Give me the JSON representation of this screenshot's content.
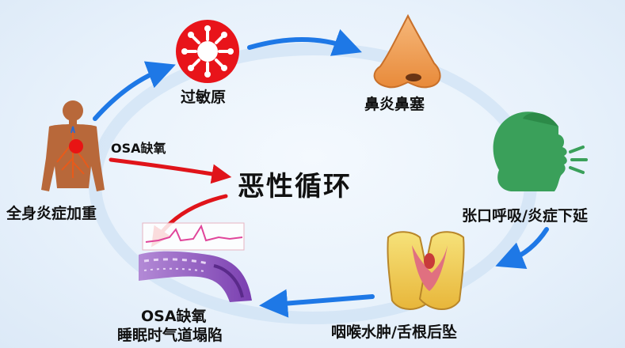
{
  "center": {
    "title": "恶性循环"
  },
  "nodes": {
    "allergy": {
      "label": "过敏原",
      "icon": "virus-icon"
    },
    "nose": {
      "label": "鼻炎鼻塞",
      "icon": "nose-icon"
    },
    "mouth": {
      "label": "张口呼吸/炎症下延",
      "icon": "open-mouth-breathing-icon"
    },
    "throat": {
      "label": "咽喉水肿/舌根后坠",
      "icon": "throat-anatomy-icon"
    },
    "airway": {
      "line1": "OSA缺氧",
      "line2": "睡眠时气道塌陷",
      "icon": "airway-collapse-icon"
    },
    "body": {
      "label": "全身炎症加重",
      "icon": "human-body-inflammation-icon"
    }
  },
  "red_arrow_label": "OSA缺氧",
  "colors": {
    "cycle_arrow": "#1e78e6",
    "cycle_ring": "#c2d9f2",
    "red_arrow": "#e0141a",
    "virus_bg": "#e8141a",
    "nose": "#f0a050",
    "face": "#3aa05a",
    "body": "#b8683a"
  }
}
